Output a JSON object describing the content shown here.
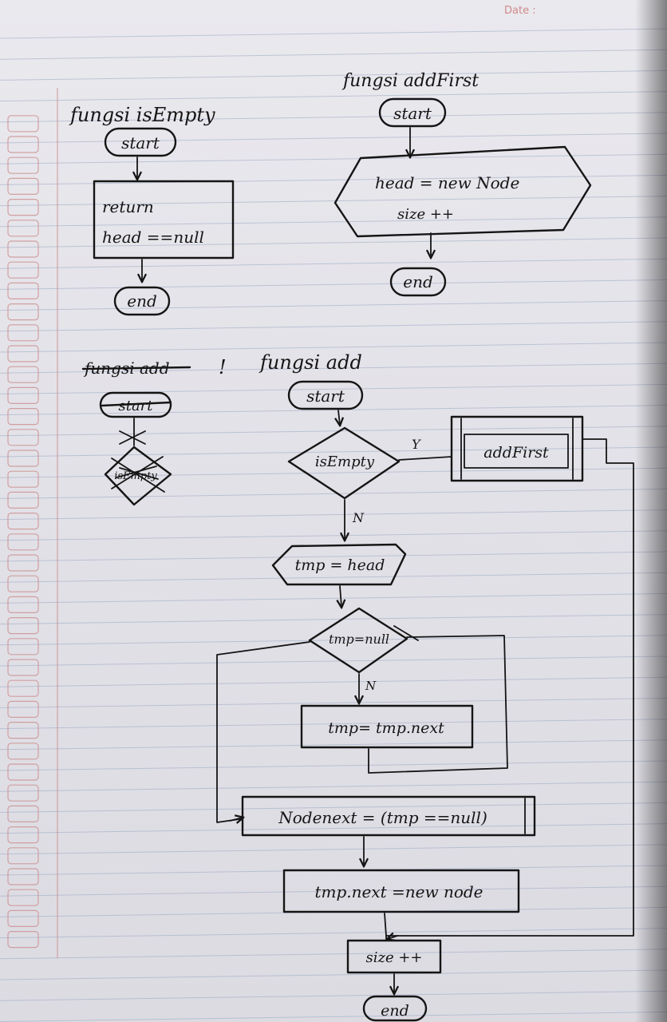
{
  "header": {
    "date_label": "Date :"
  },
  "ruled_line_color": "#9aa8c4",
  "margin_line_color": "#c98a8a",
  "ink_color": "#151515",
  "is_empty": {
    "title": "fungsi isEmpty",
    "start": "start",
    "process_line1": "return",
    "process_line2": "head ==null",
    "end": "end"
  },
  "add_first": {
    "title": "fungsi addFirst",
    "start": "start",
    "process_line1": "head = new Node",
    "process_line2": "size ++",
    "end": "end"
  },
  "crossed_out": {
    "title": "fungsi add",
    "start": "start",
    "decision": "isEmpty"
  },
  "add": {
    "title": "fungsi add",
    "start": "start",
    "decision_empty": "isEmpty",
    "yes_label": "Y",
    "no_label": "N",
    "call_add_first": "addFirst",
    "assign_tmp": "tmp = head",
    "decision_loop": "tmp=null",
    "loop_no_label": "N",
    "loop_body": "tmp= tmp.next",
    "new_node": "Nodenext = (tmp ==null)",
    "link_node": "tmp.next =new node",
    "size_inc": "size ++",
    "end": "end"
  }
}
